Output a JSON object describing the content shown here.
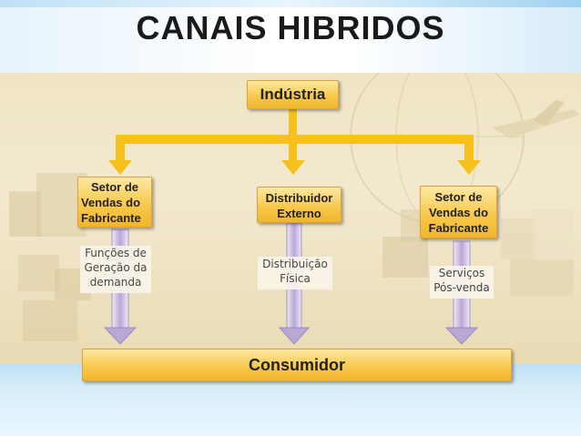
{
  "title": "CANAIS HIBRIDOS",
  "nodes": {
    "industria": "Indústria",
    "setor_left_l1": "Setor de",
    "setor_left_l2": "Vendas do",
    "setor_left_l3": "Fabricante",
    "distribuidor_l1": "Distribuidor",
    "distribuidor_l2": "Externo",
    "setor_right_l1": "Setor de",
    "setor_right_l2": "Vendas do",
    "setor_right_l3": "Fabricante",
    "consumidor": "Consumidor"
  },
  "labels": {
    "funcoes_l1": "Funções de",
    "funcoes_l2": "Geração da",
    "funcoes_l3": "demanda",
    "distribuicao_l1": "Distribuição",
    "distribuicao_l2": "Física",
    "servicos_l1": "Serviços",
    "servicos_l2": "Pós-venda"
  },
  "colors": {
    "connector": "#f5c11a",
    "box_fill": "#f8c94c",
    "arrow_fill": "#b9a7d6"
  }
}
